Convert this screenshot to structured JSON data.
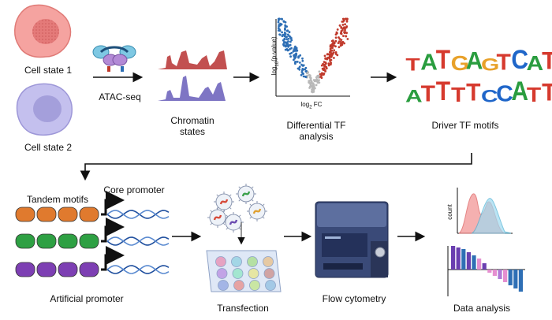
{
  "labels": {
    "cell_state_1": "Cell state 1",
    "cell_state_2": "Cell state 2",
    "atac_seq": "ATAC-seq",
    "chromatin_l1": "Chromatin",
    "chromatin_l2": "states",
    "diff_l1": "Differential TF",
    "diff_l2": "analysis",
    "driver_motifs": "Driver TF motifs",
    "tandem_motifs": "Tandem motifs",
    "core_promoter": "Core promoter",
    "artificial_promoter": "Artificial promoter",
    "transfection": "Transfection",
    "flow_cytometry": "Flow cytometry",
    "data_analysis": "Data analysis"
  },
  "volcano": {
    "ylabel_base": "log",
    "ylabel_sub": "10",
    "ylabel_rest": "(p-value)",
    "xlabel_base": "log",
    "xlabel_sub": "2",
    "xlabel_rest": " FC"
  },
  "histogram": {
    "ylabel": "count"
  },
  "motifs": {
    "motif_1": "TATGAGTCAT",
    "motif_2": "ATTTTCCATT"
  },
  "colors": {
    "cell1": "#f28b88",
    "cell2": "#a9a3e0",
    "red": "#c0392b",
    "blue": "#2e6fb5",
    "orange": "#e07a2e",
    "green": "#2ea043",
    "purple": "#7d3fb3",
    "pink": "#e58fd0",
    "motif_green": "#2a9d3f",
    "motif_blue": "#1f66c9",
    "motif_orange": "#e8a12a",
    "motif_red": "#d63a2e"
  }
}
